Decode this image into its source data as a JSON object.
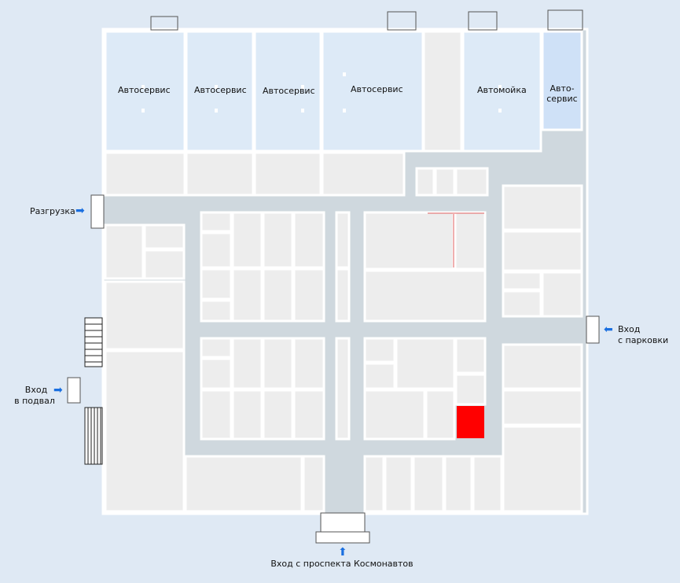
{
  "map": {
    "units": [
      {
        "name": "autoservice-1",
        "label": "Автосервис"
      },
      {
        "name": "autoservice-2",
        "label": "Автосервис"
      },
      {
        "name": "autoservice-3",
        "label": "Автосервис"
      },
      {
        "name": "autoservice-4",
        "label": "Автосервис"
      },
      {
        "name": "carwash",
        "label": "Автомойка"
      },
      {
        "name": "autoservice-5",
        "label": "Авто-\nсервис"
      }
    ],
    "entrances": {
      "unloading": "Разгрузка",
      "basement_line1": "Вход",
      "basement_line2": "в подвал",
      "parking_line1": "Вход",
      "parking_line2": "с парковки",
      "main": "Вход с проспекта Космонавтов"
    },
    "colors": {
      "background": "#dfe9f4",
      "room": "#ededed",
      "corridor": "#cfd8de",
      "service": "#ddeaf7",
      "highlight": "#ff0000",
      "arrow": "#1a6fe0"
    },
    "highlighted_unit": "selected-store"
  }
}
